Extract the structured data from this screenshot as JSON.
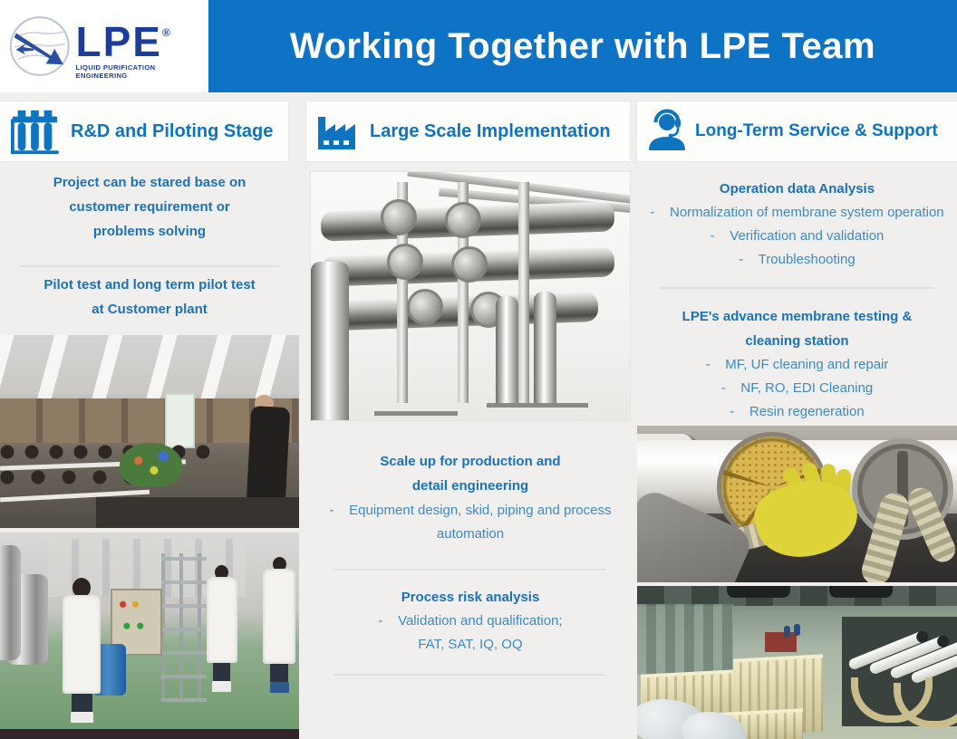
{
  "logo": {
    "name": "LPE",
    "registered": "®",
    "tagline": "LIQUID PURIFICATION ENGINEERING"
  },
  "header": {
    "title": "Working Together with LPE Team"
  },
  "colors": {
    "banner_blue": "#0e73c5",
    "heading_blue": "#1b72b8",
    "body_blue": "#3e8ac5",
    "logo_navy": "#1d3d9a",
    "page_bg": "#f0efed"
  },
  "columns": [
    {
      "title": "R&D and Piloting Stage",
      "icon": "test-tubes-icon",
      "statements": [
        {
          "lines": [
            "Project can be stared base on",
            "customer requirement or",
            "problems solving"
          ]
        },
        {
          "lines": [
            "Pilot test and long term pilot test",
            "at Customer plant"
          ]
        }
      ],
      "photos": [
        {
          "name": "seminar-classroom-photo"
        },
        {
          "name": "pilot-plant-lab-photo"
        }
      ]
    },
    {
      "title": "Large Scale Implementation",
      "icon": "factory-icon",
      "sections": [
        {
          "heading_lines": [
            "Scale up for production and",
            "detail engineering"
          ],
          "bullet_lines": [
            "-    Equipment design, skid, piping and process",
            "automation"
          ]
        },
        {
          "heading_lines": [
            "Process risk analysis"
          ],
          "bullet_lines": [
            "-    Validation and qualification;",
            "FAT, SAT, IQ, OQ"
          ]
        }
      ],
      "photos": [
        {
          "name": "stainless-membrane-skid-photo"
        }
      ]
    },
    {
      "title": "Long-Term Service & Support",
      "icon": "support-agent-icon",
      "sections": [
        {
          "heading_lines": [
            "Operation data Analysis"
          ],
          "bullet_lines": [
            "-    Normalization of membrane system operation",
            "-    Verification and validation",
            "-    Troubleshooting"
          ]
        },
        {
          "heading_lines": [
            "LPE's advance membrane testing &",
            "cleaning station"
          ],
          "bullet_lines": [
            "-    MF, UF cleaning and repair",
            "-    NF, RO, EDI Cleaning",
            "-    Resin regeneration"
          ]
        }
      ],
      "photos": [
        {
          "name": "membrane-module-cleaning-photo"
        },
        {
          "name": "membrane-element-factory-photo"
        }
      ]
    }
  ]
}
